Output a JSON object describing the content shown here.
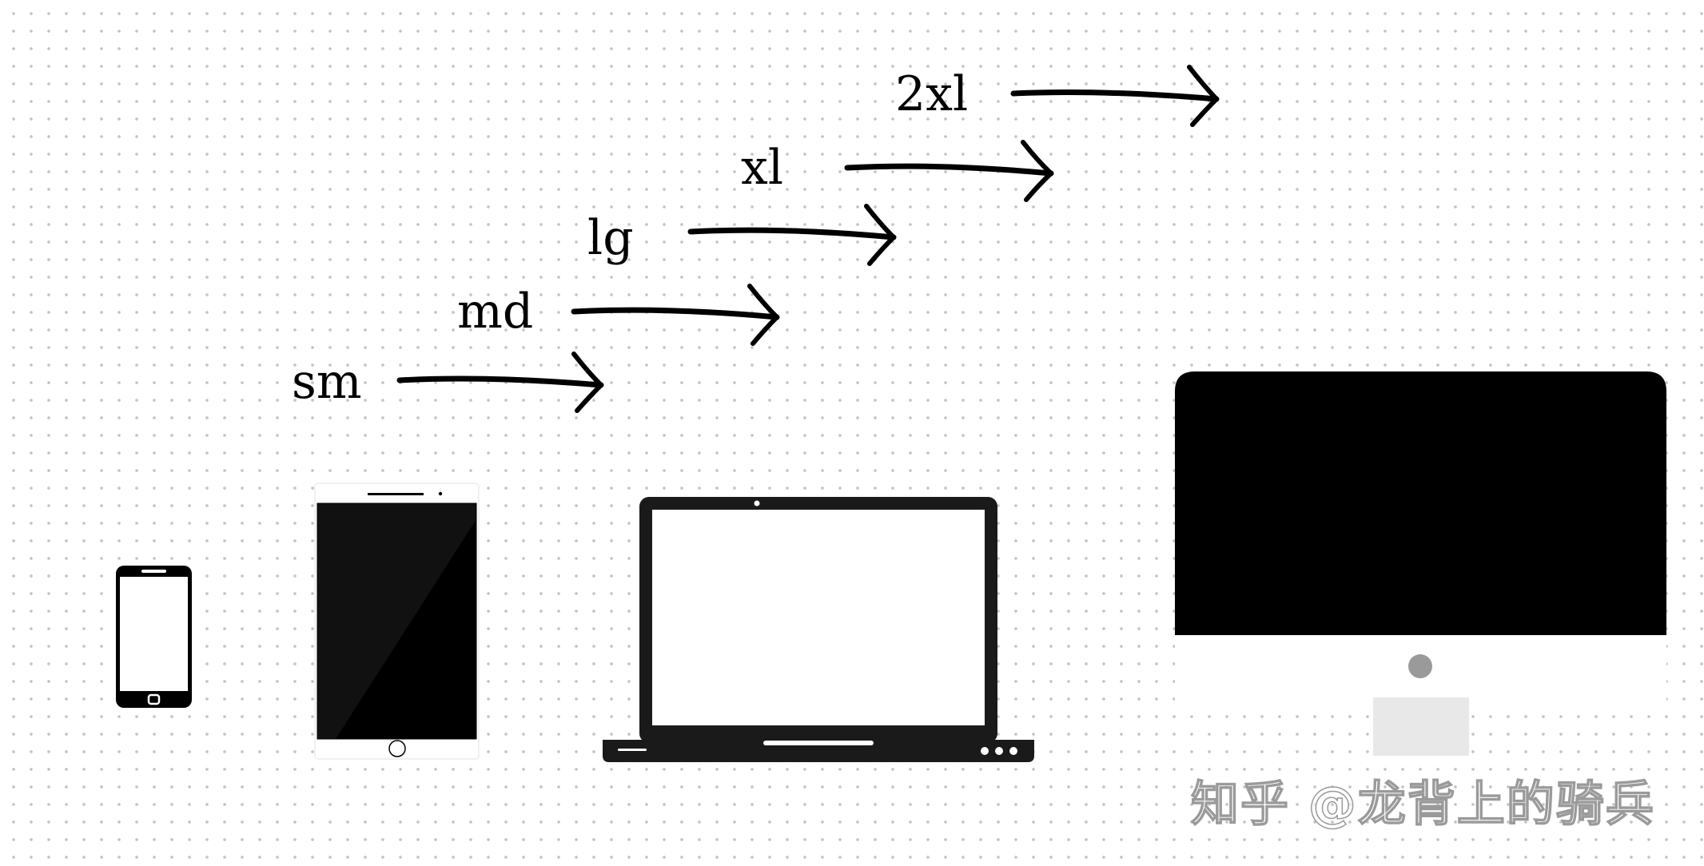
{
  "breakpoints": [
    {
      "label": "sm"
    },
    {
      "label": "md"
    },
    {
      "label": "lg"
    },
    {
      "label": "xl"
    },
    {
      "label": "2xl"
    }
  ],
  "devices": [
    {
      "icon": "small-phone-icon"
    },
    {
      "icon": "tablet-icon"
    },
    {
      "icon": "laptop-icon"
    },
    {
      "icon": "desktop-monitor-icon"
    }
  ],
  "watermark": "知乎 @龙背上的骑兵",
  "colors": {
    "ink": "#000000",
    "device_body": "#1a1a1a",
    "dot_grid": "#c4c4c4",
    "monitor_stand": "#e8e8e8",
    "monitor_button": "#9a9a9a"
  }
}
